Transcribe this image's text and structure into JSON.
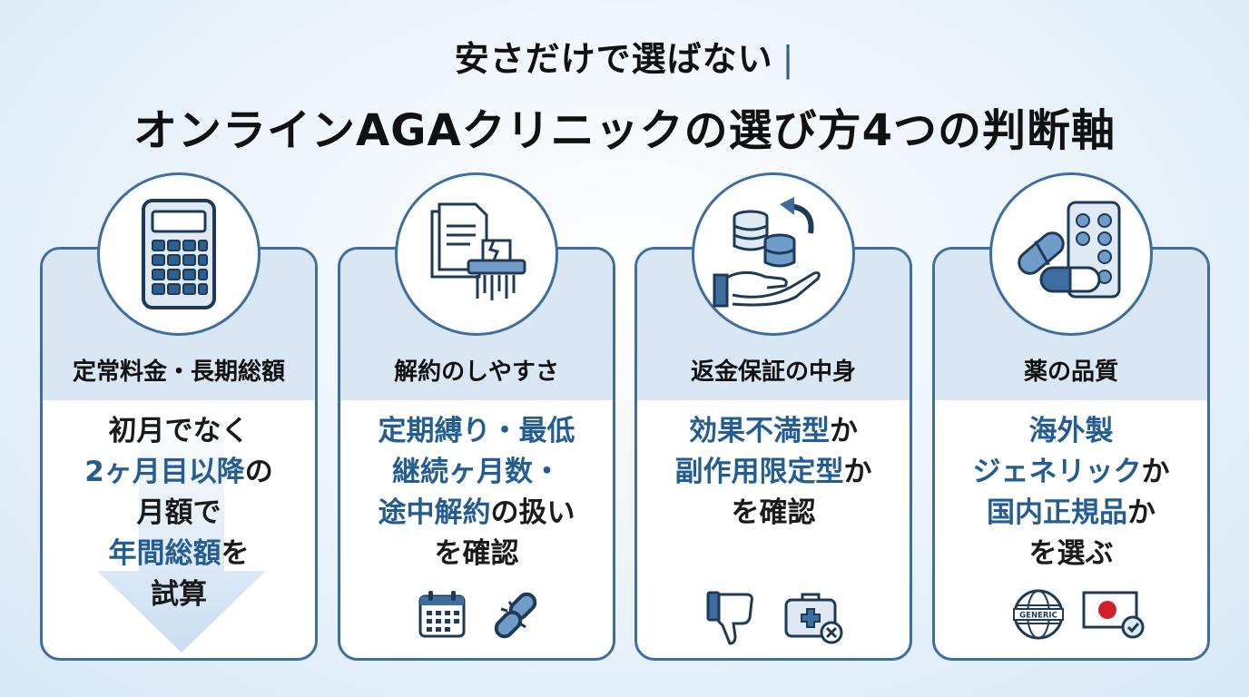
{
  "header": {
    "line1": "安さだけで選ばない",
    "line1_bar": "|",
    "line2": "オンラインAGAクリニックの選び方4つの判断軸"
  },
  "colors": {
    "accent": "#245d92",
    "border": "#3d6e9f",
    "panel": "#d9e7f5"
  },
  "cards": [
    {
      "icon": "calculator-icon",
      "label": "定常料金・長期総額",
      "body": [
        [
          {
            "t": "初月でなく",
            "h": false
          }
        ],
        [
          {
            "t": "2ヶ月目以降",
            "h": true
          },
          {
            "t": "の",
            "h": false
          }
        ],
        [
          {
            "t": "月額で",
            "h": false
          }
        ],
        [
          {
            "t": "年間総額",
            "h": true
          },
          {
            "t": "を",
            "h": false
          }
        ],
        [
          {
            "t": "試算",
            "h": false
          }
        ]
      ],
      "footer_icons": []
    },
    {
      "icon": "document-shredder-icon",
      "label": "解約のしやすさ",
      "body": [
        [
          {
            "t": "定期縛り・最低",
            "h": true
          }
        ],
        [
          {
            "t": "継続ヶ月数・",
            "h": true
          }
        ],
        [
          {
            "t": "途中解約",
            "h": true
          },
          {
            "t": "の扱い",
            "h": false
          }
        ],
        [
          {
            "t": "を確認",
            "h": false
          }
        ]
      ],
      "footer_icons": [
        "calendar-icon",
        "broken-link-icon"
      ]
    },
    {
      "icon": "refund-coins-hand-icon",
      "label": "返金保証の中身",
      "body": [
        [
          {
            "t": "効果不満型",
            "h": true
          },
          {
            "t": "か",
            "h": false
          }
        ],
        [
          {
            "t": "副作用限定型",
            "h": true
          },
          {
            "t": "か",
            "h": false
          }
        ],
        [
          {
            "t": "を確認",
            "h": false
          }
        ]
      ],
      "footer_icons": [
        "thumbs-down-icon",
        "medical-kit-x-icon"
      ]
    },
    {
      "icon": "pills-blister-icon",
      "label": "薬の品質",
      "body": [
        [
          {
            "t": "海外製",
            "h": true
          }
        ],
        [
          {
            "t": "ジェネリック",
            "h": true
          },
          {
            "t": "か",
            "h": false
          }
        ],
        [
          {
            "t": "国内正規品",
            "h": true
          },
          {
            "t": "か",
            "h": false
          }
        ],
        [
          {
            "t": "を選ぶ",
            "h": false
          }
        ]
      ],
      "footer_icons": [
        "globe-generic-icon",
        "japan-flag-check-icon"
      ],
      "globe_text": "GENERIC"
    }
  ]
}
